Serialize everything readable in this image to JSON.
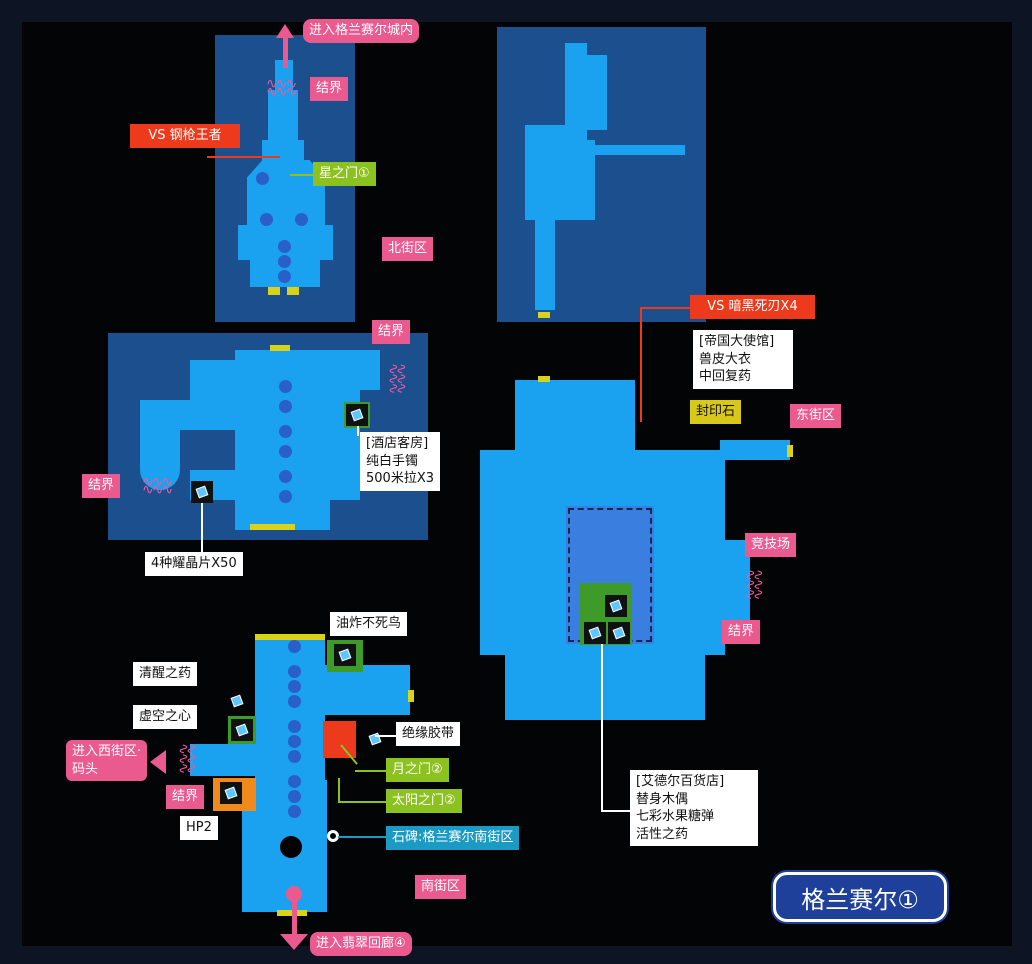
{
  "page_title": "格兰赛尔①",
  "north": {
    "exit_label": "进入格兰赛尔城内",
    "barrier": "结界",
    "boss": "VS 钢枪王者",
    "gate": "星之门①",
    "district": "北街区"
  },
  "west": {
    "barrier_top": "结界",
    "barrier_left": "结界",
    "hotel": [
      "[酒店客房]",
      "纯白手镯",
      "500米拉X3"
    ],
    "chest": "4种耀晶片X50"
  },
  "east": {
    "boss": "VS 暗黑死刃X4",
    "embassy": [
      "[帝国大使馆]",
      "兽皮大衣",
      "中回复药"
    ],
    "seal_stone": "封印石",
    "district": "东街区",
    "arena": "竞技场",
    "barrier": "结界",
    "store": [
      "[艾德尔百货店]",
      "替身木偶",
      "七彩水果糖弹",
      "活性之药"
    ]
  },
  "south": {
    "item_phoenix": "油炸不死鸟",
    "item_awake": "清醒之药",
    "item_void": "虚空之心",
    "exit_west": [
      "进入西街区·",
      "码头"
    ],
    "barrier": "结界",
    "item_hp": "HP2",
    "item_tape": "绝缘胶带",
    "moon_gate": "月之门②",
    "sun_gate": "太阳之门②",
    "monument": "石碑:格兰赛尔南街区",
    "district": "南街区",
    "exit_south": "进入翡翠回廊④"
  }
}
